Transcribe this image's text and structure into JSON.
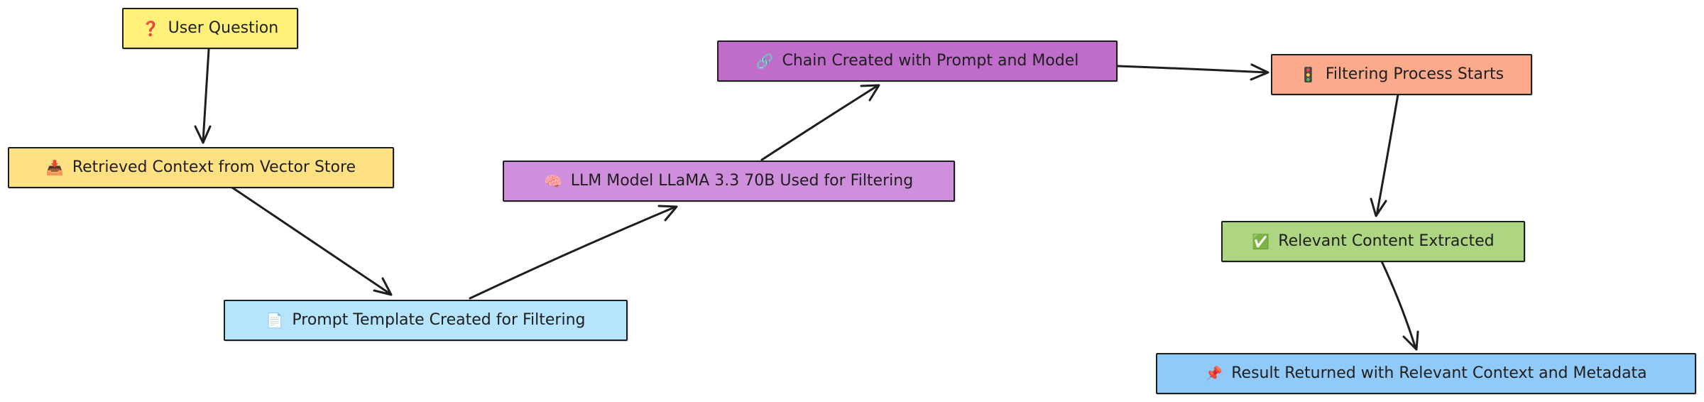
{
  "colors": {
    "stroke": "#1e1e1e",
    "yellow": "#fff07a",
    "amber": "#ffe082",
    "light_blue": "#b5e4fb",
    "pink_purple": "#d08fdd",
    "purple": "#c06ccb",
    "salmon": "#fbab8c",
    "green": "#aed581",
    "blue": "#90caf9"
  },
  "nodes": [
    {
      "id": "user-question",
      "icon": "❓",
      "icon_name": "question-mark-icon",
      "label": "User Question",
      "color": "#fff07a"
    },
    {
      "id": "retrieved-context",
      "icon": "📥",
      "icon_name": "inbox-tray-icon",
      "label": "Retrieved Context from Vector Store",
      "color": "#ffe082"
    },
    {
      "id": "prompt-template",
      "icon": "📄",
      "icon_name": "document-icon",
      "label": "Prompt Template Created for Filtering",
      "color": "#b5e4fb"
    },
    {
      "id": "llm-model",
      "icon": "🧠",
      "icon_name": "brain-icon",
      "label": "LLM Model LLaMA 3.3 70B Used for Filtering",
      "color": "#d08fdd"
    },
    {
      "id": "chain-created",
      "icon": "🔗",
      "icon_name": "link-icon",
      "label": "Chain Created with Prompt and Model",
      "color": "#c06ccb"
    },
    {
      "id": "filtering-starts",
      "icon": "🚦",
      "icon_name": "traffic-light-icon",
      "label": "Filtering Process Starts",
      "color": "#fbab8c"
    },
    {
      "id": "content-extracted",
      "icon": "✅",
      "icon_name": "check-mark-icon",
      "label": "Relevant Content Extracted",
      "color": "#aed581"
    },
    {
      "id": "result-returned",
      "icon": "📌",
      "icon_name": "bookmark-icon",
      "label": "Result Returned with Relevant Context and Metadata",
      "color": "#90caf9"
    }
  ],
  "edges": [
    {
      "from": "user-question",
      "to": "retrieved-context"
    },
    {
      "from": "retrieved-context",
      "to": "prompt-template"
    },
    {
      "from": "prompt-template",
      "to": "llm-model"
    },
    {
      "from": "llm-model",
      "to": "chain-created"
    },
    {
      "from": "chain-created",
      "to": "filtering-starts"
    },
    {
      "from": "filtering-starts",
      "to": "content-extracted"
    },
    {
      "from": "content-extracted",
      "to": "result-returned"
    }
  ]
}
